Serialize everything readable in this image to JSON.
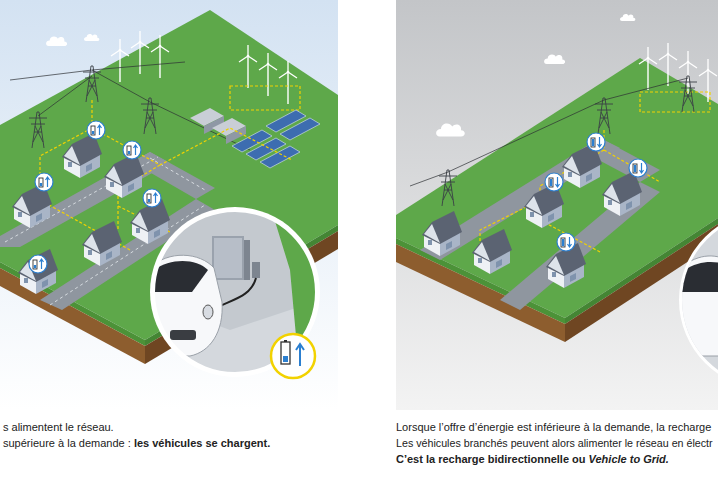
{
  "diagram": {
    "labels": [
      "s alimentent le réseau.",
      "supérieure à la demande :",
      "les véhicules se chargent.",
      "Lorsque l’offre d’énergie est inférieure à la demande, la recharge",
      "Les véhicules branchés peuvent alors alimenter le réseau en électr",
      "C’est la recharge bidirectionnelle ou",
      "Vehicle to Grid."
    ]
  }
}
